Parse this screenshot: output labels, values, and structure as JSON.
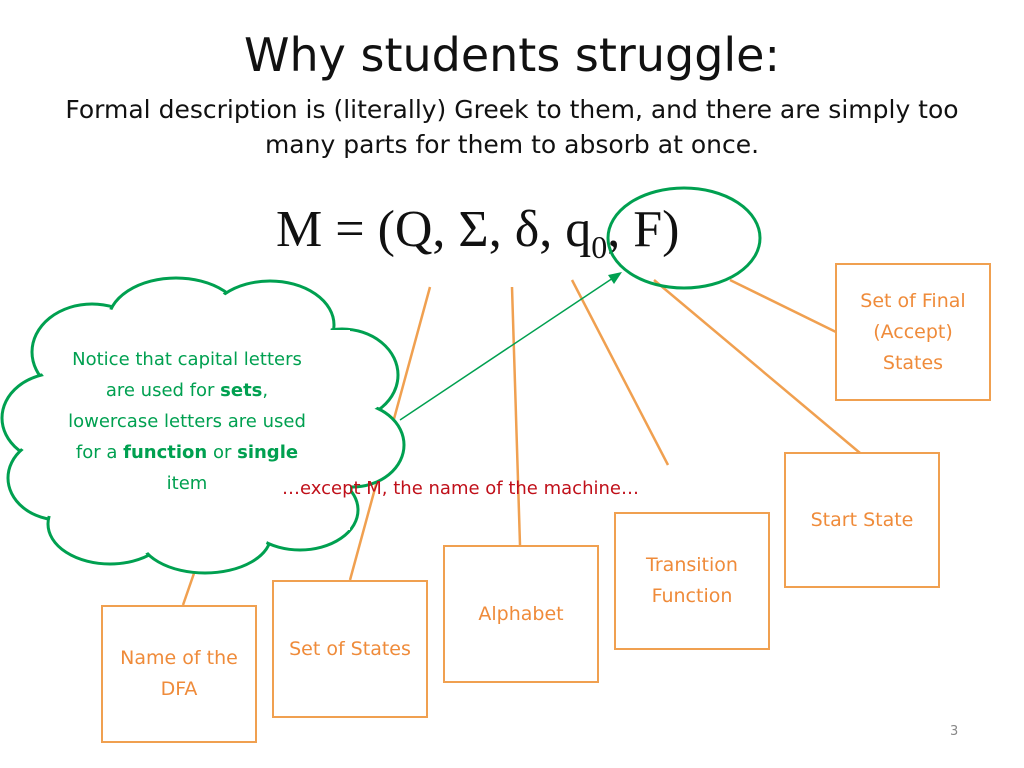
{
  "slide": {
    "title": "Why students struggle:",
    "subtitle": "Formal description is (literally) Greek to them, and there are simply too many parts for them to absorb at once.",
    "formula": {
      "prefix": "M = (Q, Σ, δ, q",
      "subscript": "0",
      "suffix": ", F)"
    },
    "boxes": {
      "name": "Name of the DFA",
      "states": "Set of States",
      "alphabet": "Alphabet",
      "transition": "Transition Function",
      "start": "Start State",
      "final": "Set of Final (Accept) States"
    },
    "cloud": {
      "part1": "Notice that capital letters are used for ",
      "bold1": "sets",
      "part2": ", lowercase letters are used for a ",
      "bold2": "function",
      "part3": " or ",
      "bold3": "single",
      "part4": " item"
    },
    "note": "…except M, the name of the machine…",
    "page_number": "3"
  },
  "colors": {
    "connector": "#f0a050",
    "box_text": "#ef8b3a",
    "cloud": "#00a050",
    "note": "#c0101a"
  }
}
